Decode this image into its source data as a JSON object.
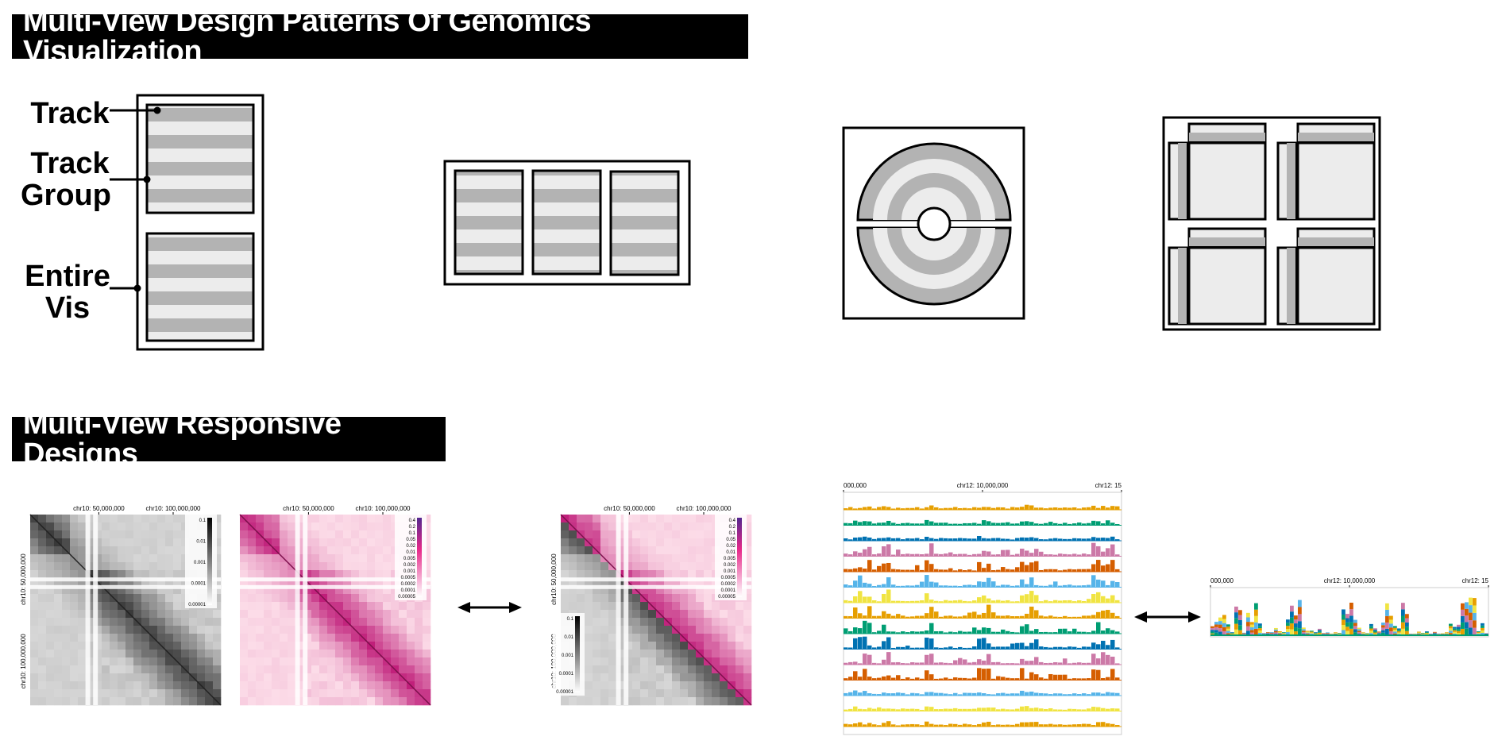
{
  "titles": {
    "patterns": "Multi-View Design Patterns Of Genomics Visualization",
    "responsive": "Multi-View Responsive Designs"
  },
  "labels": {
    "track": "Track",
    "track_group_1": "Track",
    "track_group_2": "Group",
    "entire_vis_1": "Entire",
    "entire_vis_2": "Vis"
  },
  "heatmaps": {
    "top_ticks": [
      "chr10: 50,000,000",
      "chr10: 100,000,000"
    ],
    "left_ticks": [
      "chr10: 50,000,000",
      "chr10: 100,000,000"
    ],
    "gray_scale": [
      "0.1",
      "0.01",
      "0.001",
      "0.0001",
      "0.00001"
    ],
    "pink_scale": [
      "0.4",
      "0.2",
      "0.1",
      "0.05",
      "0.02",
      "0.01",
      "0.005",
      "0.002",
      "0.001",
      "0.0005",
      "0.0002",
      "0.0001",
      "0.00005"
    ]
  },
  "tracks": {
    "ticks": [
      "000,000",
      "chr12: 10,000,000",
      "chr12: 15"
    ],
    "colors": [
      "#E69F00",
      "#009E73",
      "#0072B2",
      "#CC79A7",
      "#D55E00",
      "#56B4E9",
      "#F0E442"
    ]
  },
  "colors": {
    "stripe_dark": "#b3b3b3",
    "stripe_light": "#ececec",
    "pink": "#e7298a",
    "purple": "#54278f"
  }
}
